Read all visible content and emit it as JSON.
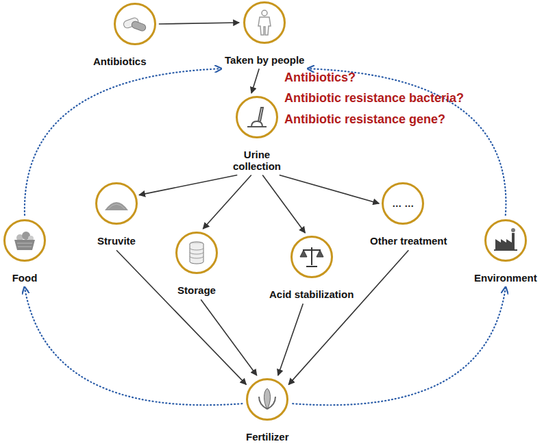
{
  "diagram": {
    "nodes": [
      {
        "text": [
          "Antibiotics"
        ]
      },
      {
        "text": [
          "Taken by people"
        ]
      },
      {
        "text": [
          "Urine collection"
        ]
      },
      {
        "text": [
          "Struvite"
        ]
      },
      {
        "text": [
          "Storage"
        ]
      },
      {
        "text": [
          "Acid stabilization"
        ]
      },
      {
        "text": [
          "… …",
          "Other treatment"
        ]
      },
      {
        "text": [
          "Food"
        ]
      },
      {
        "text": [
          "Environment"
        ]
      },
      {
        "text": [
          "Fertilizer"
        ]
      }
    ],
    "edges": [
      {
        "from": 0,
        "to": 1,
        "arrow": "to"
      },
      {
        "from": 1,
        "to": 2,
        "arrow": "to"
      },
      {
        "from": 2,
        "to": 3,
        "arrow": "to"
      },
      {
        "from": 2,
        "to": 4,
        "arrow": "to"
      },
      {
        "from": 2,
        "to": 5,
        "arrow": "to"
      },
      {
        "from": 2,
        "to": 6,
        "arrow": "to"
      },
      {
        "from": 3,
        "to": 9,
        "arrow": "to"
      },
      {
        "from": 4,
        "to": 9,
        "arrow": "to"
      },
      {
        "from": 5,
        "to": 9,
        "arrow": "to"
      },
      {
        "from": 6,
        "to": 9,
        "arrow": "to"
      },
      {
        "from": 9,
        "to": 7,
        "arrow": "to"
      },
      {
        "from": 7,
        "to": 1,
        "arrow": "to"
      },
      {
        "from": 9,
        "to": 8,
        "arrow": "to"
      },
      {
        "from": 8,
        "to": 1,
        "arrow": "to"
      }
    ],
    "labels": [
      "Antibiotics?",
      "Antibiotic resistance bacteria?",
      "Antibiotic resistance gene?"
    ]
  }
}
